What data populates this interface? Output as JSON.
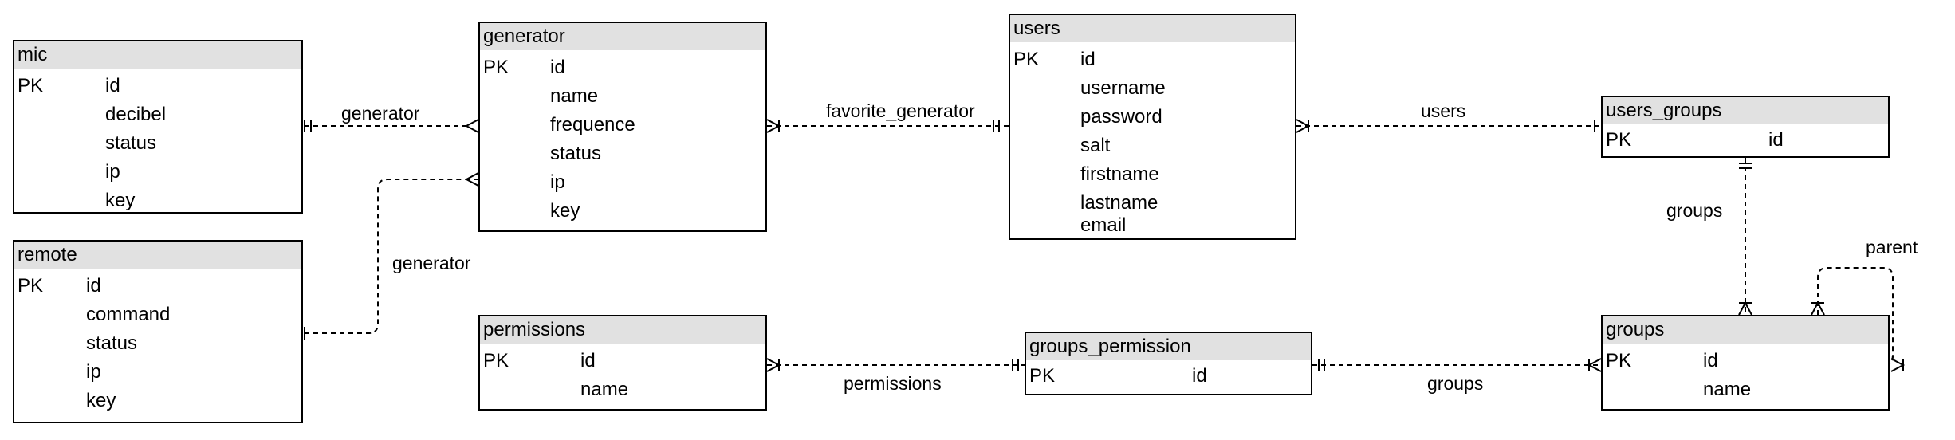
{
  "entities": {
    "mic": {
      "name": "mic",
      "pk": "PK",
      "fields": [
        "id",
        "decibel",
        "status",
        "ip",
        "key"
      ]
    },
    "remote": {
      "name": "remote",
      "pk": "PK",
      "fields": [
        "id",
        "command",
        "status",
        "ip",
        "key"
      ]
    },
    "generator": {
      "name": "generator",
      "pk": "PK",
      "fields": [
        "id",
        "name",
        "frequence",
        "status",
        "ip",
        "key"
      ]
    },
    "users": {
      "name": "users",
      "pk": "PK",
      "fields": [
        "id",
        "username",
        "password",
        "salt",
        "firstname",
        "lastname",
        "email"
      ]
    },
    "users_groups": {
      "name": "users_groups",
      "pk": "PK",
      "fields": [
        "id"
      ]
    },
    "permissions": {
      "name": "permissions",
      "pk": "PK",
      "fields": [
        "id",
        "name"
      ]
    },
    "groups_permission": {
      "name": "groups_permission",
      "pk": "PK",
      "fields": [
        "id"
      ]
    },
    "groups": {
      "name": "groups",
      "pk": "PK",
      "fields": [
        "id",
        "name"
      ]
    }
  },
  "relations": {
    "mic_generator": "generator",
    "remote_generator": "generator",
    "generator_users": "favorite_generator",
    "users_usergroups": "users",
    "usergroups_groups": "groups",
    "groups_parent": "parent",
    "permissions_gp": "permissions",
    "gp_groups": "groups"
  }
}
